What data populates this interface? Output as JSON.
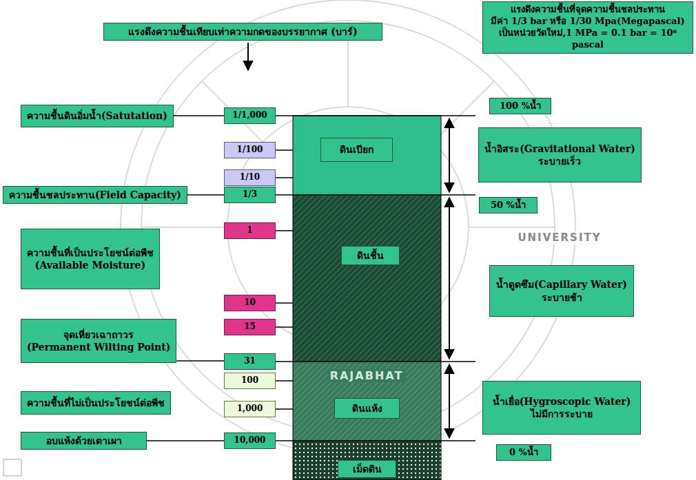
{
  "diagram": {
    "nodes": [
      {
        "text": [
          "แรงดึงความชื้นที่จุดความชื้นชลประทาน",
          "มีค่า 1/3 bar หรือ 1/30 Mpa(Megapascal)",
          "เป็นหน่วยวัดใหม่,1 MPa = 0.1 bar = 10⁶ pascal"
        ]
      },
      {
        "text": [
          "แรงดึงความชื้นเทียบเท่าความกดของบรรยากาศ (บาร์)"
        ]
      },
      {
        "text": [
          "100 %น้ำ"
        ]
      },
      {
        "text": [
          "ความชื้นดินอิ่มน้ำ(Satutation)"
        ]
      },
      {
        "text": [
          "1/1,000"
        ]
      },
      {
        "text": [
          "1/100"
        ]
      },
      {
        "text": [
          "ดินเปียก"
        ]
      },
      {
        "text": [
          "น้ำอิสระ(Gravitational Water)",
          "ระบายเร็ว"
        ]
      },
      {
        "text": [
          "1/10"
        ]
      },
      {
        "text": [
          "ความชื้นชลประทาน(Field Capacity)"
        ]
      },
      {
        "text": [
          "1/3"
        ]
      },
      {
        "text": [
          "50 %น้ำ"
        ]
      },
      {
        "text": [
          "1"
        ]
      },
      {
        "text": [
          "ความชื้นที่เป็นประโยชน์ต่อพืช",
          "(Available Moisture)"
        ]
      },
      {
        "text": [
          "ดินชื้น"
        ]
      },
      {
        "text": [
          "น้ำดูดซึม(Capillary Water)",
          "ระบายช้า"
        ]
      },
      {
        "text": [
          "10"
        ]
      },
      {
        "text": [
          "15"
        ]
      },
      {
        "text": [
          "จุดเหี่ยวเฉาถาวร",
          "(Permanent Wilting Point)"
        ]
      },
      {
        "text": [
          "31"
        ]
      },
      {
        "text": [
          "100"
        ]
      },
      {
        "text": [
          "ความชื้นที่ไม่เป็นประโยชน์ต่อพืช"
        ]
      },
      {
        "text": [
          "ดินแห้ง"
        ]
      },
      {
        "text": [
          "น้ำเยื่อ(Hygroscopic Water)",
          "ไม่มีการระบาย"
        ]
      },
      {
        "text": [
          "1,000"
        ]
      },
      {
        "text": [
          "อบแห้งด้วยเตาเผา"
        ]
      },
      {
        "text": [
          "10,000"
        ]
      },
      {
        "text": [
          "0 %น้ำ"
        ]
      },
      {
        "text": [
          "เม็ดดิน"
        ]
      }
    ],
    "edges": [
      {
        "from": 3,
        "to": 4,
        "arrow": "none"
      },
      {
        "from": 9,
        "to": 10,
        "arrow": "none"
      },
      {
        "from": 18,
        "to": 19,
        "arrow": "none"
      },
      {
        "from": 25,
        "to": 26,
        "arrow": "none"
      }
    ],
    "labels": [
      "RAJABHAT",
      "UNIVERSITY"
    ]
  }
}
